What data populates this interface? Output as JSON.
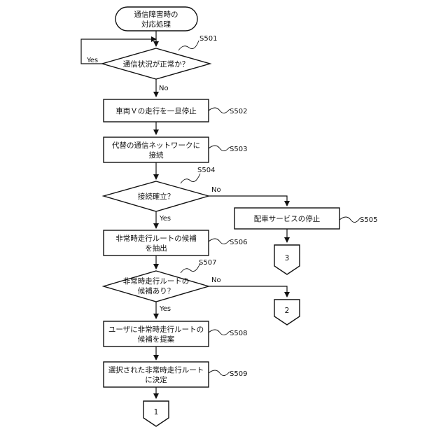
{
  "flowchart": {
    "start": {
      "line1": "通信障害時の",
      "line2": "対応処理"
    },
    "steps": {
      "s501": {
        "code": "S501",
        "text": "通信状況が正常か？"
      },
      "s502": {
        "code": "S502",
        "text": "車両Ｖの走行を一旦停止"
      },
      "s503": {
        "code": "S503",
        "line1": "代替の通信ネットワークに",
        "line2": "接続"
      },
      "s504": {
        "code": "S504",
        "text": "接続確立？"
      },
      "s505": {
        "code": "S505",
        "text": "配車サービスの停止"
      },
      "s506": {
        "code": "S506",
        "line1": "非常時走行ルートの候補",
        "line2": "を抽出"
      },
      "s507": {
        "code": "S507",
        "line1": "非常時走行ルートの",
        "line2": "候補あり？"
      },
      "s508": {
        "code": "S508",
        "line1": "ユーザに非常時走行ルートの",
        "line2": "候補を提案"
      },
      "s509": {
        "code": "S509",
        "line1": "選択された非常時走行ルート",
        "line2": "に決定"
      }
    },
    "branch_labels": {
      "s501_yes": "Yes",
      "s501_no": "No",
      "s504_yes": "Yes",
      "s504_no": "No",
      "s507_yes": "Yes",
      "s507_no": "No"
    },
    "connectors": {
      "c1": "1",
      "c2": "2",
      "c3": "3"
    }
  }
}
